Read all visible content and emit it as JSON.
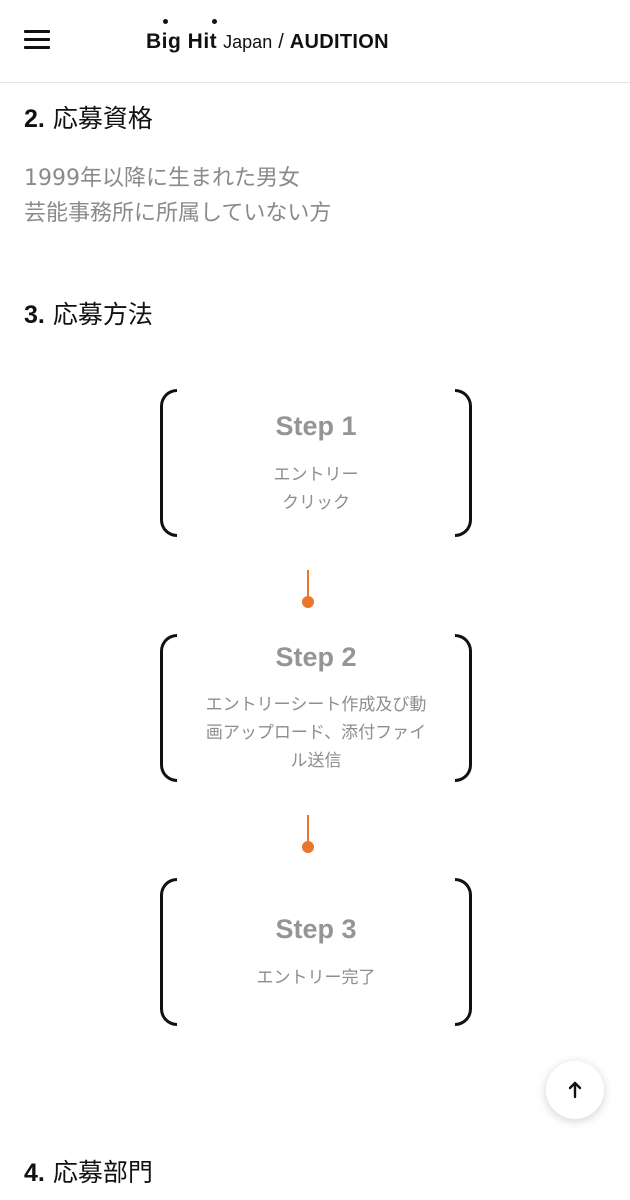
{
  "header": {
    "menu_icon": "hamburger-menu-icon",
    "logo_bighit": "Big Hit",
    "logo_japan": "Japan",
    "logo_slash": "/",
    "logo_audition": "AUDITION"
  },
  "sections": {
    "qualification": {
      "number": "2.",
      "title": "応募資格",
      "lines": [
        "1999年以降に生まれた男女",
        "芸能事務所に所属していない方"
      ]
    },
    "method": {
      "number": "3.",
      "title": "応募方法"
    },
    "departments": {
      "number": "4.",
      "title": "応募部門"
    }
  },
  "steps": [
    {
      "title": "Step 1",
      "lines": [
        "エントリー",
        "クリック"
      ]
    },
    {
      "title": "Step 2",
      "lines": [
        "エントリーシート作成及び動",
        "画アップロード、添付ファイ",
        "ル送信"
      ]
    },
    {
      "title": "Step 3",
      "lines": [
        "エントリー完了"
      ]
    }
  ],
  "colors": {
    "accent": "#e8762c",
    "text_dark": "#111111",
    "text_gray": "#8a8a8a"
  },
  "scroll_top_icon": "arrow-up-icon"
}
